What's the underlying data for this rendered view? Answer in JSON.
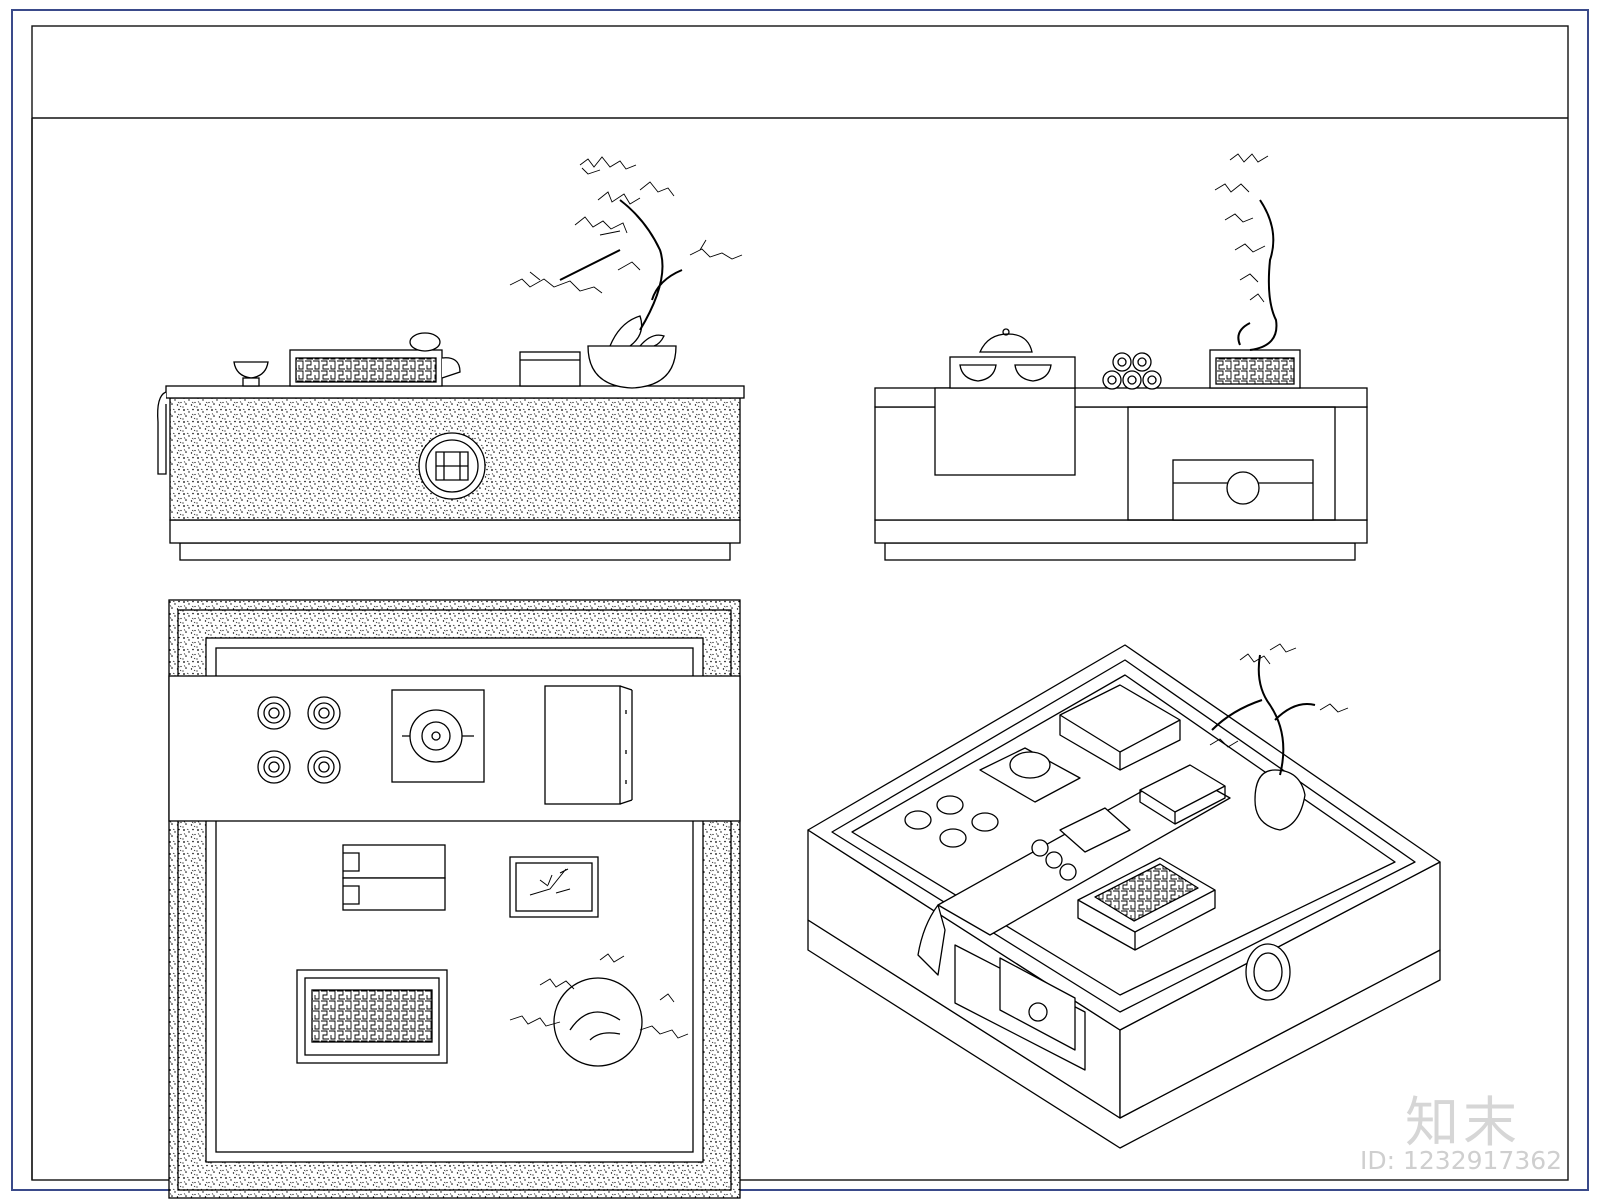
{
  "sheet": {
    "views": [
      "front-elevation",
      "side-elevation",
      "plan-view",
      "isometric-view"
    ]
  },
  "watermark": {
    "brand": "知末",
    "id_text": "ID: 1232917362"
  },
  "colors": {
    "line": "#000000",
    "border": "#3a4a8a",
    "watermark": "#d0d0d0"
  }
}
